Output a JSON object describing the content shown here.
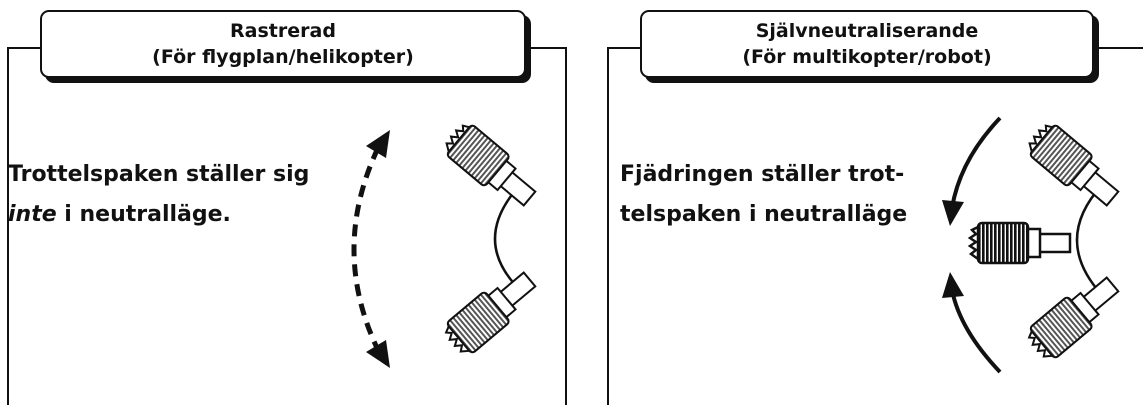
{
  "left_panel": {
    "title_line1": "Rastrerad",
    "title_line2": "(För flygplan/helikopter)",
    "caption_line1": "Trottelspaken ställer sig",
    "caption_emphasis": "inte",
    "caption_line2_rest": " i neutralläge."
  },
  "right_panel": {
    "title_line1": "Självneutraliserande",
    "title_line2": "(För multikopter/robot)",
    "caption_line1": "Fjädringen ställer trot-",
    "caption_line2": "telspaken i neutralläge"
  }
}
